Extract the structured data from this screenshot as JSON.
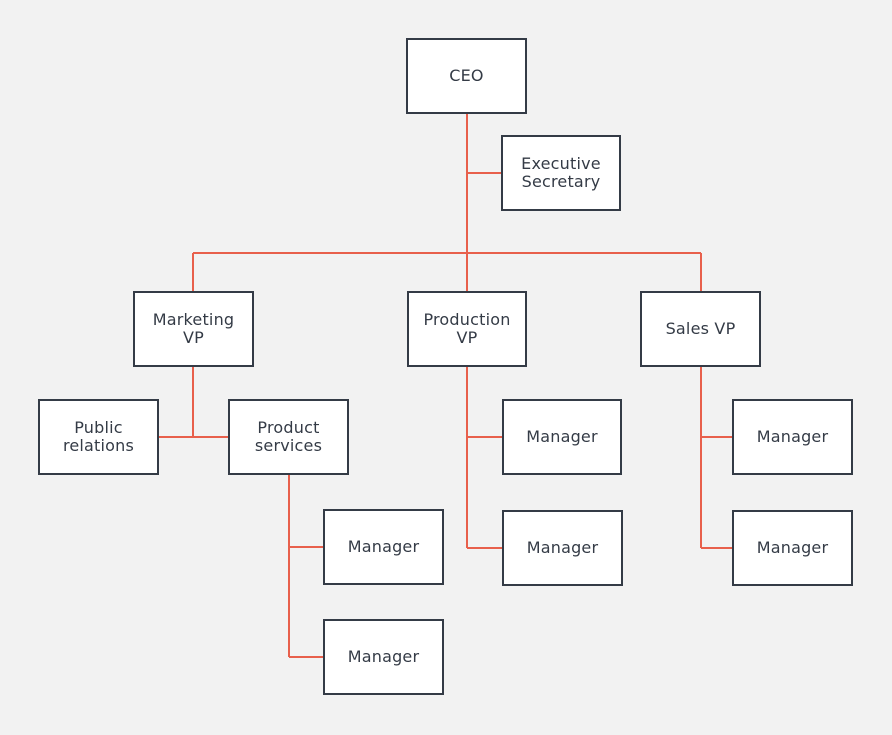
{
  "colors": {
    "background": "#f2f2f2",
    "box_border": "#343b46",
    "box_fill": "#ffffff",
    "text": "#343b46",
    "connector": "#e8604c"
  },
  "nodes": {
    "ceo": "CEO",
    "executive_secretary": "Executive\nSecretary",
    "marketing_vp": "Marketing\nVP",
    "production_vp": "Production\nVP",
    "sales_vp": "Sales VP",
    "public_relations": "Public\nrelations",
    "product_services": "Product\nservices",
    "product_services_manager_1": "Manager",
    "product_services_manager_2": "Manager",
    "production_manager_1": "Manager",
    "production_manager_2": "Manager",
    "sales_manager_1": "Manager",
    "sales_manager_2": "Manager"
  }
}
